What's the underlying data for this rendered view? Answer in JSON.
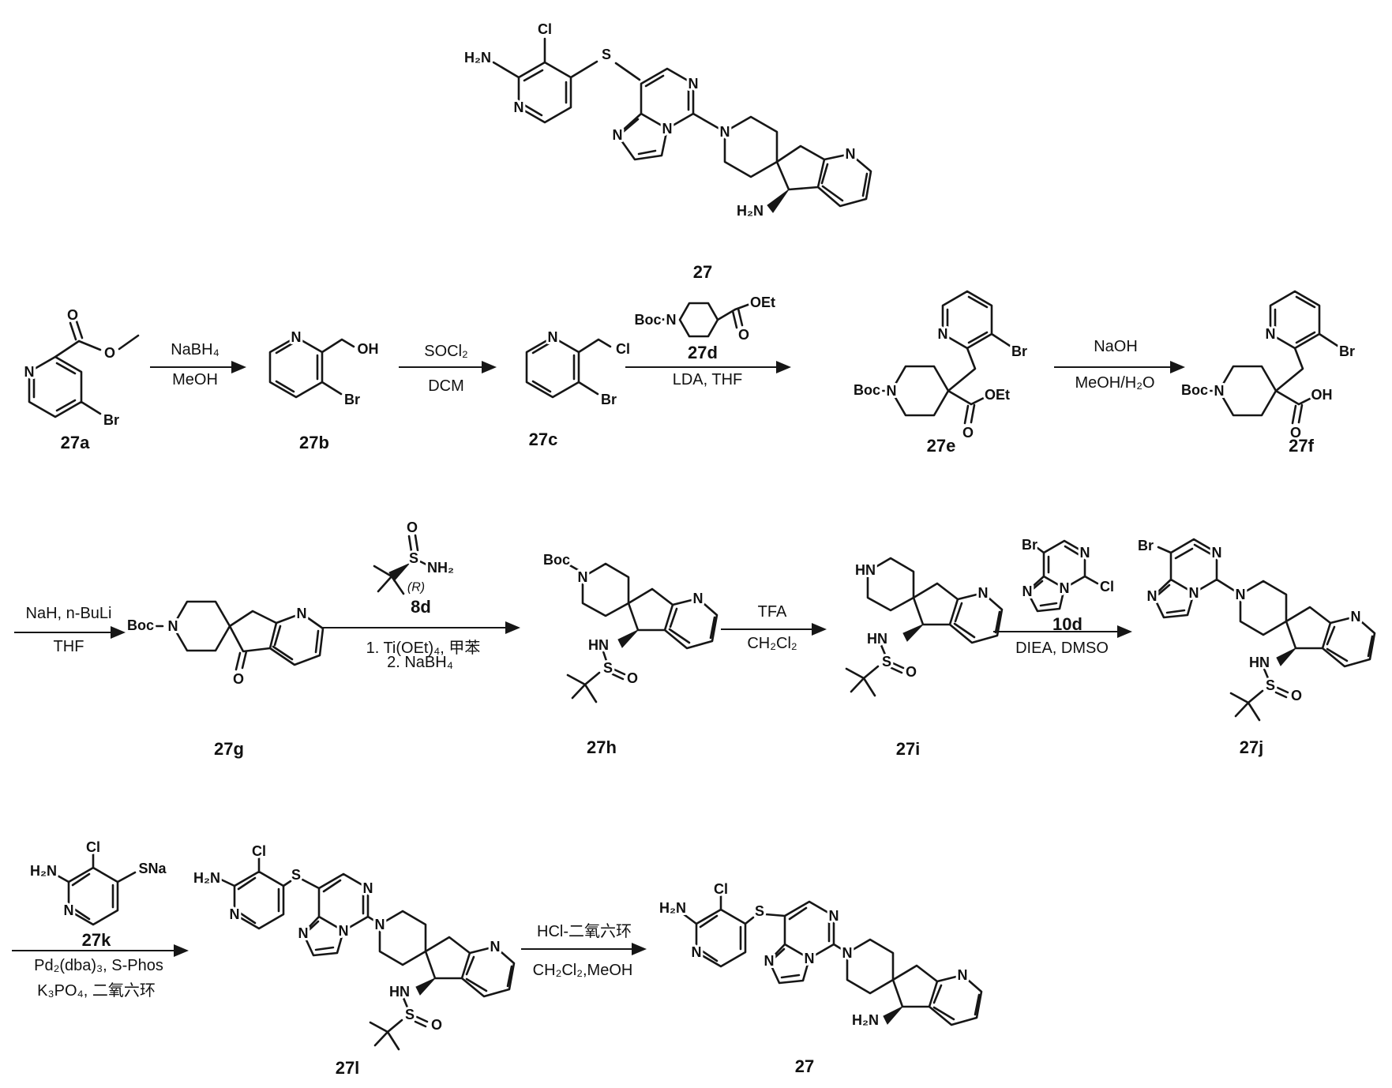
{
  "compounds": {
    "top27": {
      "label": "27",
      "atoms": [
        "H₂N",
        "Cl",
        "N",
        "S",
        "N",
        "N",
        "N",
        "N",
        "N",
        "H₂N"
      ]
    },
    "c27a": {
      "label": "27a",
      "atoms": [
        "O",
        "N",
        "O",
        "Br"
      ]
    },
    "c27b": {
      "label": "27b",
      "atoms": [
        "N",
        "OH",
        "Br"
      ]
    },
    "c27c": {
      "label": "27c",
      "atoms": [
        "N",
        "Cl",
        "Br"
      ]
    },
    "r27d": {
      "label": "27d",
      "atoms": [
        "Boc·N",
        "OEt",
        "O"
      ]
    },
    "c27e": {
      "label": "27e",
      "atoms": [
        "N",
        "Br",
        "Boc",
        "N",
        "OEt",
        "O"
      ]
    },
    "c27f": {
      "label": "27f",
      "atoms": [
        "N",
        "Br",
        "Boc",
        "N",
        "OH",
        "O"
      ]
    },
    "c27g": {
      "label": "27g",
      "atoms": [
        "Boc",
        "N",
        "O",
        "N"
      ]
    },
    "r8d": {
      "label": "8d",
      "atoms": [
        "O",
        "S",
        "NH₂",
        "(R)"
      ]
    },
    "c27h": {
      "label": "27h",
      "atoms": [
        "Boc",
        "N",
        "N",
        "HN",
        "S",
        "O"
      ]
    },
    "c27i": {
      "label": "27i",
      "atoms": [
        "HN",
        "N",
        "HN",
        "S",
        "O"
      ]
    },
    "r10d": {
      "label": "10d",
      "atoms": [
        "Br",
        "N",
        "Cl",
        "N",
        "N"
      ]
    },
    "c27j": {
      "label": "27j",
      "atoms": [
        "Br",
        "N",
        "N",
        "N",
        "N",
        "N",
        "HN",
        "S",
        "O"
      ]
    },
    "r27k": {
      "label": "27k",
      "atoms": [
        "H₂N",
        "Cl",
        "SNa",
        "N"
      ]
    },
    "c27l": {
      "label": "27l",
      "atoms": [
        "H₂N",
        "Cl",
        "N",
        "S",
        "N",
        "N",
        "N",
        "N",
        "N",
        "HN",
        "S",
        "O"
      ]
    },
    "final27": {
      "label": "27",
      "atoms": [
        "H₂N",
        "Cl",
        "N",
        "S",
        "N",
        "N",
        "N",
        "N",
        "N",
        "H₂N"
      ]
    }
  },
  "steps": {
    "step1": {
      "above": "NaBH₄",
      "below": "MeOH"
    },
    "step2": {
      "above": "SOCl₂",
      "below": "DCM"
    },
    "step3": {
      "below": "LDA, THF"
    },
    "step4": {
      "above": "NaOH",
      "below": "MeOH/H₂O"
    },
    "step5": {
      "above": "NaH, n-BuLi",
      "below": "THF"
    },
    "step6": {
      "below1": "1. Ti(OEt)₄, 甲苯",
      "below2": "2. NaBH₄"
    },
    "step7": {
      "above": "TFA",
      "below": "CH₂Cl₂"
    },
    "step8": {
      "below": "DIEA, DMSO"
    },
    "step9": {
      "below1": "Pd₂(dba)₃, S-Phos",
      "below2": "K₃PO₄, 二氧六环"
    },
    "step10": {
      "above": "HCl-二氧六环",
      "below": "CH₂Cl₂,MeOH"
    }
  }
}
